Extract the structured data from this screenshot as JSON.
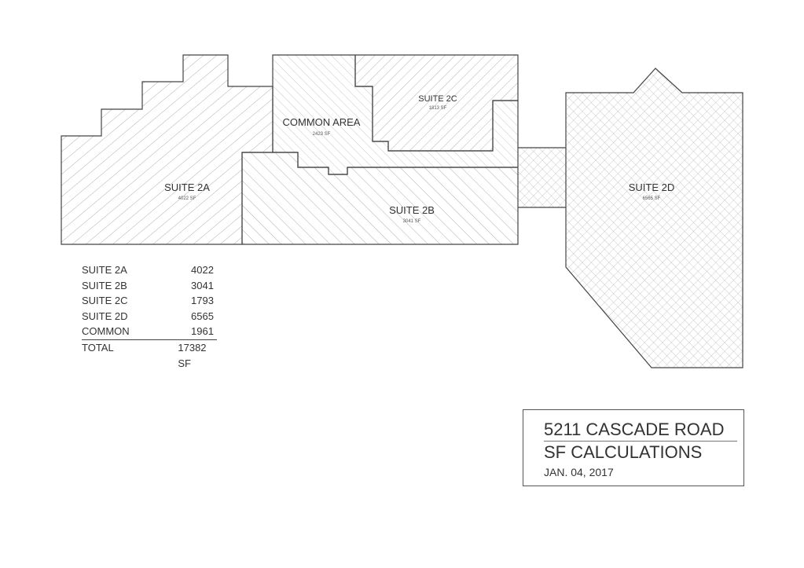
{
  "drawing": {
    "suites": [
      {
        "id": "2a",
        "label": "SUITE 2A",
        "sf_label": "4022 SF"
      },
      {
        "id": "common",
        "label": "COMMON AREA",
        "sf_label": "2423 SF"
      },
      {
        "id": "2c",
        "label": "SUITE 2C",
        "sf_label": "1813 SF"
      },
      {
        "id": "2b",
        "label": "SUITE 2B",
        "sf_label": "3041 SF"
      },
      {
        "id": "2d",
        "label": "SUITE 2D",
        "sf_label": "6565 SF"
      }
    ]
  },
  "area_table": {
    "rows": [
      {
        "name": "SUITE 2A",
        "value": "4022"
      },
      {
        "name": "SUITE 2B",
        "value": "3041"
      },
      {
        "name": "SUITE 2C",
        "value": "1793"
      },
      {
        "name": "SUITE 2D",
        "value": "6565"
      },
      {
        "name": "COMMON",
        "value": "1961"
      }
    ],
    "total": {
      "name": "TOTAL",
      "value": "17382 SF"
    }
  },
  "title_block": {
    "line1": "5211 CASCADE ROAD",
    "line2": "SF CALCULATIONS",
    "date": "JAN. 04, 2017"
  }
}
